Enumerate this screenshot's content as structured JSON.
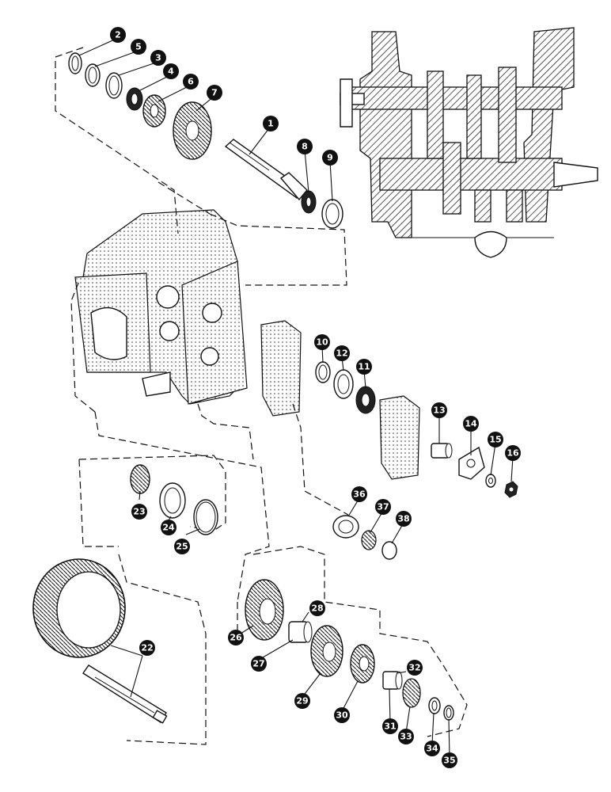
{
  "diagram": {
    "callouts": [
      {
        "id": "c1",
        "label": "1"
      },
      {
        "id": "c2",
        "label": "2"
      },
      {
        "id": "c3",
        "label": "3"
      },
      {
        "id": "c4",
        "label": "4"
      },
      {
        "id": "c5",
        "label": "5"
      },
      {
        "id": "c6",
        "label": "6"
      },
      {
        "id": "c7",
        "label": "7"
      },
      {
        "id": "c8",
        "label": "8"
      },
      {
        "id": "c9",
        "label": "9"
      },
      {
        "id": "c10",
        "label": "10"
      },
      {
        "id": "c11",
        "label": "11"
      },
      {
        "id": "c12",
        "label": "12"
      },
      {
        "id": "c13",
        "label": "13"
      },
      {
        "id": "c14",
        "label": "14"
      },
      {
        "id": "c15",
        "label": "15"
      },
      {
        "id": "c16",
        "label": "16"
      },
      {
        "id": "c22",
        "label": "22"
      },
      {
        "id": "c23",
        "label": "23"
      },
      {
        "id": "c24",
        "label": "24"
      },
      {
        "id": "c25",
        "label": "25"
      },
      {
        "id": "c26",
        "label": "26"
      },
      {
        "id": "c27",
        "label": "27"
      },
      {
        "id": "c28",
        "label": "28"
      },
      {
        "id": "c29",
        "label": "29"
      },
      {
        "id": "c30",
        "label": "30"
      },
      {
        "id": "c31",
        "label": "31"
      },
      {
        "id": "c32",
        "label": "32"
      },
      {
        "id": "c33",
        "label": "33"
      },
      {
        "id": "c34",
        "label": "34"
      },
      {
        "id": "c35",
        "label": "35"
      },
      {
        "id": "c36",
        "label": "36"
      },
      {
        "id": "c37",
        "label": "37"
      },
      {
        "id": "c38",
        "label": "38"
      }
    ]
  }
}
